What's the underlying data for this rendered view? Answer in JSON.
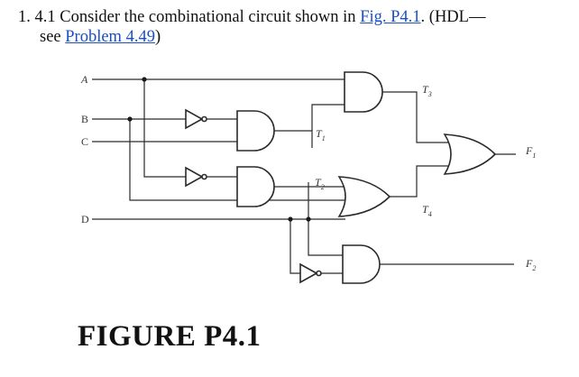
{
  "problem": {
    "number": "1.",
    "text_before": "4.1 Consider the combinational circuit shown in",
    "fig_link": "Fig. P4.1",
    "text_after": ". (HDL—",
    "see_text": "see",
    "problem_link": "Problem 4.49",
    "close": ")"
  },
  "diagram": {
    "inputs": {
      "a": "A",
      "b": "B",
      "c": "C",
      "d": "D"
    },
    "intermediates": {
      "t1": "T",
      "t1_sub": "1",
      "t2": "T",
      "t2_sub": "2",
      "t3": "T",
      "t3_sub": "3",
      "t4": "T",
      "t4_sub": "4"
    },
    "outputs": {
      "f1": "F",
      "f1_sub": "1",
      "f2": "F",
      "f2_sub": "2"
    }
  },
  "figure_caption": "FIGURE P4.1"
}
